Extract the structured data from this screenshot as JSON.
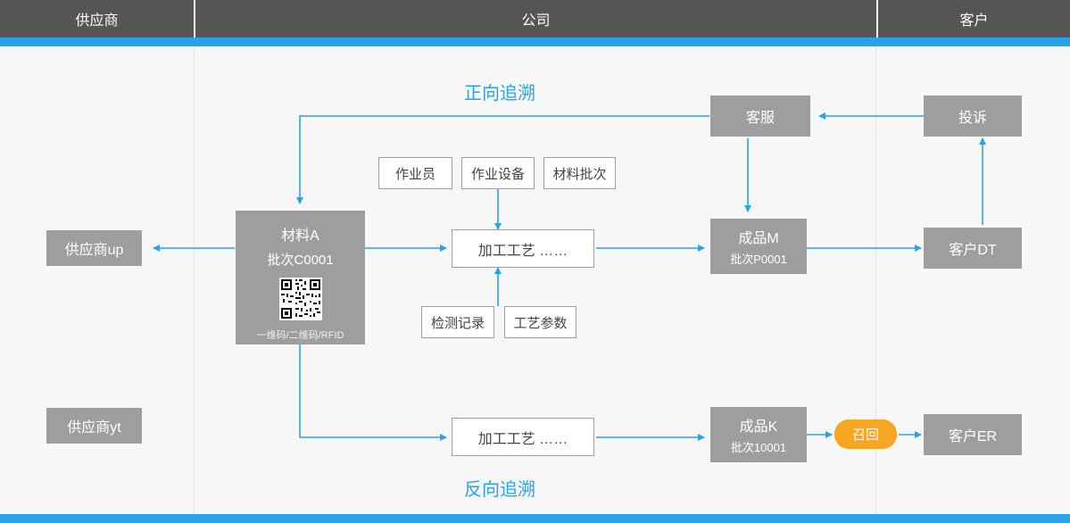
{
  "header": {
    "columns": [
      {
        "label": "供应商",
        "name": "header-supplier"
      },
      {
        "label": "公司",
        "name": "header-company"
      },
      {
        "label": "客户",
        "name": "header-customer"
      }
    ]
  },
  "labels": {
    "forward": "正向追溯",
    "backward": "反向追溯"
  },
  "nodes": {
    "supplier_up": "供应商up",
    "supplier_yt": "供应商yt",
    "material_title": "材料A",
    "material_batch": "批次C0001",
    "material_code": "一维码/二维码/RFID",
    "operator": "作业员",
    "equipment": "作业设备",
    "material_lot": "材料批次",
    "process_top": "加工工艺  ……",
    "inspection_record": "检测记录",
    "process_param": "工艺参数",
    "finished_m_title": "成品M",
    "finished_m_batch": "批次P0001",
    "customer_service": "客服",
    "complaint": "投诉",
    "customer_dt": "客户DT",
    "process_bottom": "加工工艺  ……",
    "finished_k_title": "成品K",
    "finished_k_batch": "批次10001",
    "recall": "召回",
    "customer_er": "客户ER"
  },
  "colors": {
    "accent": "#29a3e8",
    "box_gray": "#9e9e9e",
    "header_gray": "#555555",
    "recall_orange": "#f5a623",
    "background": "#f7f7f7"
  }
}
